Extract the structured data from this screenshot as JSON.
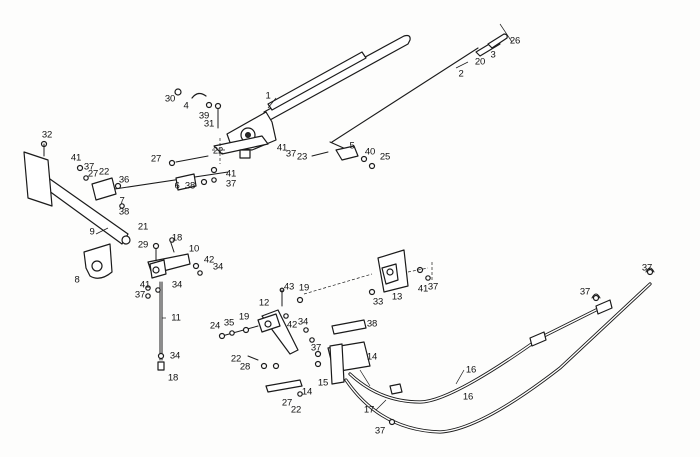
{
  "diagram": {
    "callouts": [
      {
        "id": "c1",
        "text": "1"
      },
      {
        "id": "c2",
        "text": "2"
      },
      {
        "id": "c3",
        "text": "3"
      },
      {
        "id": "c4",
        "text": "4"
      },
      {
        "id": "c5",
        "text": "5"
      },
      {
        "id": "c6",
        "text": "6"
      },
      {
        "id": "c7",
        "text": "7"
      },
      {
        "id": "c8",
        "text": "8"
      },
      {
        "id": "c9",
        "text": "9"
      },
      {
        "id": "c10",
        "text": "10"
      },
      {
        "id": "c11",
        "text": "11"
      },
      {
        "id": "c12",
        "text": "12"
      },
      {
        "id": "c13",
        "text": "13"
      },
      {
        "id": "c14a",
        "text": "14"
      },
      {
        "id": "c14b",
        "text": "14"
      },
      {
        "id": "c15",
        "text": "15"
      },
      {
        "id": "c16a",
        "text": "16"
      },
      {
        "id": "c16b",
        "text": "16"
      },
      {
        "id": "c17",
        "text": "17"
      },
      {
        "id": "c18a",
        "text": "18"
      },
      {
        "id": "c18b",
        "text": "18"
      },
      {
        "id": "c19a",
        "text": "19"
      },
      {
        "id": "c19b",
        "text": "19"
      },
      {
        "id": "c20",
        "text": "20"
      },
      {
        "id": "c21",
        "text": "21"
      },
      {
        "id": "c22a",
        "text": "22"
      },
      {
        "id": "c22b",
        "text": "22"
      },
      {
        "id": "c22c",
        "text": "22"
      },
      {
        "id": "c22d",
        "text": "22"
      },
      {
        "id": "c23",
        "text": "23"
      },
      {
        "id": "c24",
        "text": "24"
      },
      {
        "id": "c25",
        "text": "25"
      },
      {
        "id": "c26",
        "text": "26"
      },
      {
        "id": "c27a",
        "text": "27"
      },
      {
        "id": "c27b",
        "text": "27"
      },
      {
        "id": "c27c",
        "text": "27"
      },
      {
        "id": "c28",
        "text": "28"
      },
      {
        "id": "c29",
        "text": "29"
      },
      {
        "id": "c30",
        "text": "30"
      },
      {
        "id": "c31",
        "text": "31"
      },
      {
        "id": "c32",
        "text": "32"
      },
      {
        "id": "c33",
        "text": "33"
      },
      {
        "id": "c34a",
        "text": "34"
      },
      {
        "id": "c34b",
        "text": "34"
      },
      {
        "id": "c34c",
        "text": "34"
      },
      {
        "id": "c34d",
        "text": "34"
      },
      {
        "id": "c35",
        "text": "35"
      },
      {
        "id": "c36",
        "text": "36"
      },
      {
        "id": "c37a",
        "text": "37"
      },
      {
        "id": "c37b",
        "text": "37"
      },
      {
        "id": "c37c",
        "text": "37"
      },
      {
        "id": "c37d",
        "text": "37"
      },
      {
        "id": "c37e",
        "text": "37"
      },
      {
        "id": "c37f",
        "text": "37"
      },
      {
        "id": "c37g",
        "text": "37"
      },
      {
        "id": "c37h",
        "text": "37"
      },
      {
        "id": "c37i",
        "text": "37"
      },
      {
        "id": "c38a",
        "text": "38"
      },
      {
        "id": "c38b",
        "text": "38"
      },
      {
        "id": "c38c",
        "text": "38"
      },
      {
        "id": "c39",
        "text": "39"
      },
      {
        "id": "c40",
        "text": "40"
      },
      {
        "id": "c41a",
        "text": "41"
      },
      {
        "id": "c41b",
        "text": "41"
      },
      {
        "id": "c41c",
        "text": "41"
      },
      {
        "id": "c41d",
        "text": "41"
      },
      {
        "id": "c41e",
        "text": "41"
      },
      {
        "id": "c42a",
        "text": "42"
      },
      {
        "id": "c42b",
        "text": "42"
      },
      {
        "id": "c43",
        "text": "43"
      }
    ]
  }
}
